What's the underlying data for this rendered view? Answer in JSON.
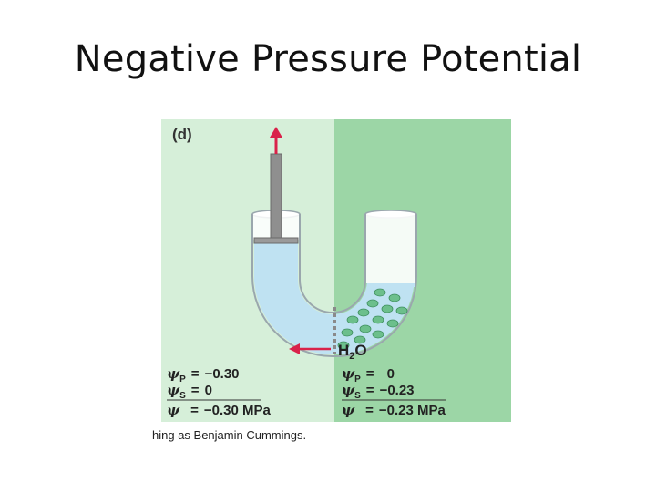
{
  "slide": {
    "title": "Negative Pressure Potential",
    "credit": "hing as Benjamin Cummings."
  },
  "diagram": {
    "panel_label": "(d)",
    "flow_label_main": "H",
    "flow_label_sub": "2",
    "flow_label_end": "O",
    "left_side": {
      "rows": [
        {
          "symbol": "ψ",
          "subscript": "P",
          "equals": "=",
          "value": "−0.30"
        },
        {
          "symbol": "ψ",
          "subscript": "S",
          "equals": "=",
          "value": "0"
        },
        {
          "symbol": "ψ",
          "subscript": "",
          "equals": "=",
          "value": "−0.30 MPa"
        }
      ]
    },
    "right_side": {
      "rows": [
        {
          "symbol": "ψ",
          "subscript": "P",
          "equals": "=",
          "value": "0"
        },
        {
          "symbol": "ψ",
          "subscript": "S",
          "equals": "=",
          "value": "−0.23"
        },
        {
          "symbol": "ψ",
          "subscript": "",
          "equals": "=",
          "value": "−0.23 MPa"
        }
      ]
    },
    "colors": {
      "left_bg": "#d6efd9",
      "right_bg": "#9cd6a6",
      "water": "#bfe2f2",
      "solute": "#6cbf8c",
      "arrow": "#d9224a",
      "membrane": "#8a8a8a"
    }
  }
}
